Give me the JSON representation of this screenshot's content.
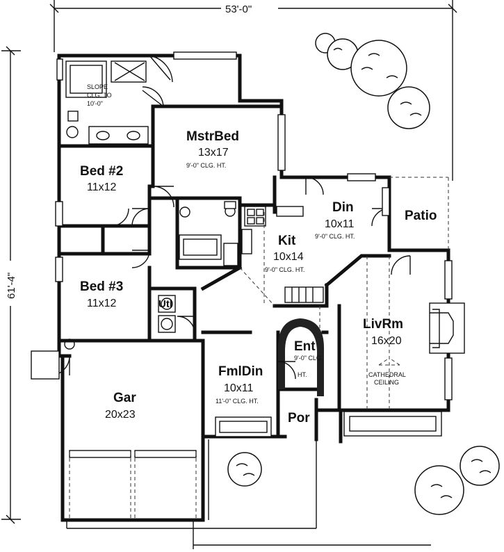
{
  "dimensions": {
    "width": "53'-0\"",
    "depth": "61'-4\""
  },
  "rooms": {
    "master_bed": {
      "name": "MstrBed",
      "size": "13x17",
      "ceiling": "9'-0\" CLG. HT."
    },
    "bed2": {
      "name": "Bed #2",
      "size": "11x12"
    },
    "bed3": {
      "name": "Bed #3",
      "size": "11x12"
    },
    "utility": {
      "name": "Utl"
    },
    "kitchen": {
      "name": "Kit",
      "size": "10x14",
      "ceiling": "9'-0\" CLG. HT."
    },
    "dining": {
      "name": "Din",
      "size": "10x11",
      "ceiling": "9'-0\" CLG. HT."
    },
    "patio": {
      "name": "Patio"
    },
    "living": {
      "name": "LivRm",
      "size": "16x20",
      "ceiling_line1": "CATHEDRAL",
      "ceiling_line2": "CEILING"
    },
    "entry": {
      "name": "Ent",
      "ceiling_line1": "9'-0\" CLG.",
      "ceiling_line2": "HT."
    },
    "family_dining": {
      "name": "FmlDin",
      "size": "10x11",
      "ceiling": "11'-0\" CLG. HT."
    },
    "garage": {
      "name": "Gar",
      "size": "20x23"
    },
    "porch": {
      "name": "Por"
    }
  },
  "notes": {
    "slope_line1": "SLOPE",
    "slope_line2": "CLG. TO",
    "slope_line3": "10'-0\""
  }
}
